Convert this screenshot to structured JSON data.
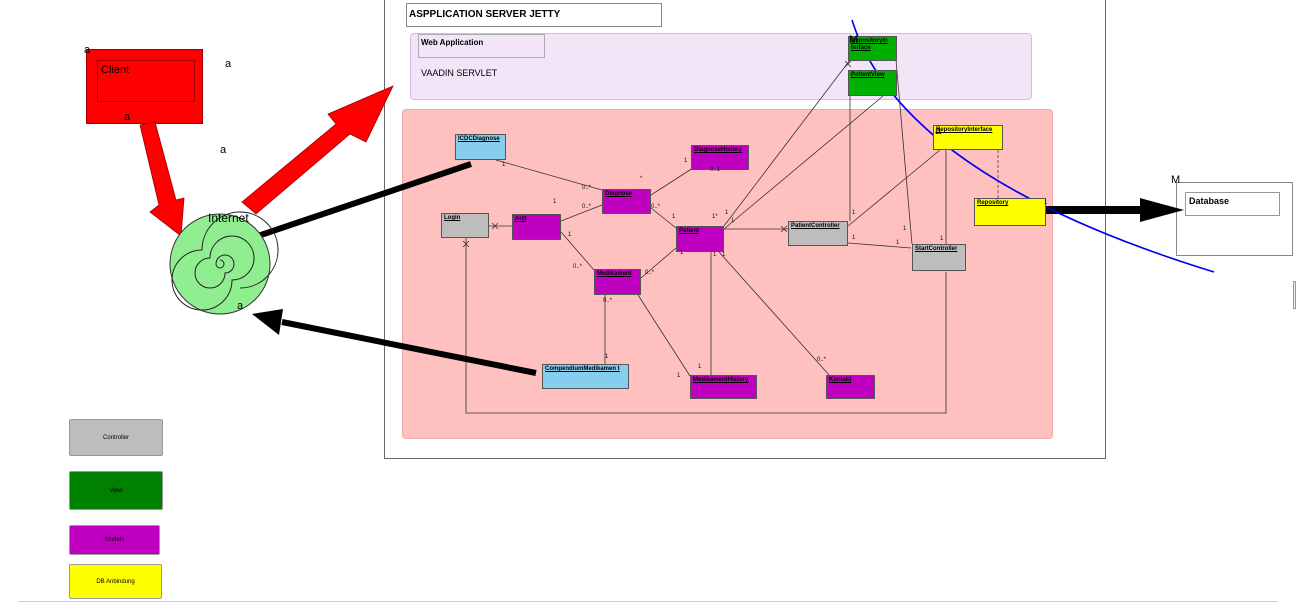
{
  "server": {
    "title": "ASPPLICATION SERVER JETTY"
  },
  "webapp": {
    "title": "Web Application",
    "subtitle": "VAADIN SERVLET"
  },
  "client": {
    "label": "Client"
  },
  "internet": {
    "label": "Internet"
  },
  "database": {
    "label": "Database"
  },
  "markers": {
    "a": "a",
    "m": "M"
  },
  "classes": {
    "icdc": "ICDCDiagnose",
    "diagnose_history": "DiagnoseHistory",
    "diagnose": "Diagnose",
    "login": "Login",
    "arzt": "Arzt",
    "patient": "Patient",
    "patient_controller": "PatientController",
    "medikament": "Medikament",
    "compendium": "CompendiumMedikamen t",
    "medikament_history": "MedikamentHistory",
    "kontakt": "Kontakt",
    "start_controller": "StartController",
    "repository_interface": "RepositoryInterface",
    "repository": "Repository",
    "patient_view": "PatientView",
    "repository_interface_small": "RepositoryIn terface"
  },
  "multiplicities": {
    "one": "1",
    "zero_star": "0..*",
    "zero_one": "0..1",
    "one_star": "1*",
    "star": "*",
    "zero_dot_star": "0..*"
  },
  "legend": {
    "controller": "Controller",
    "view": "View",
    "models": "Models",
    "db": "DB Anbindung"
  },
  "colors": {
    "controller": "#bdbdbd",
    "view": "#008000",
    "models": "#c000c0",
    "db": "#ffff00",
    "client": "#ff0000",
    "internet": "#90ee90",
    "webapp": "#f3e5f8",
    "model_zone": "#ffc0c0"
  }
}
